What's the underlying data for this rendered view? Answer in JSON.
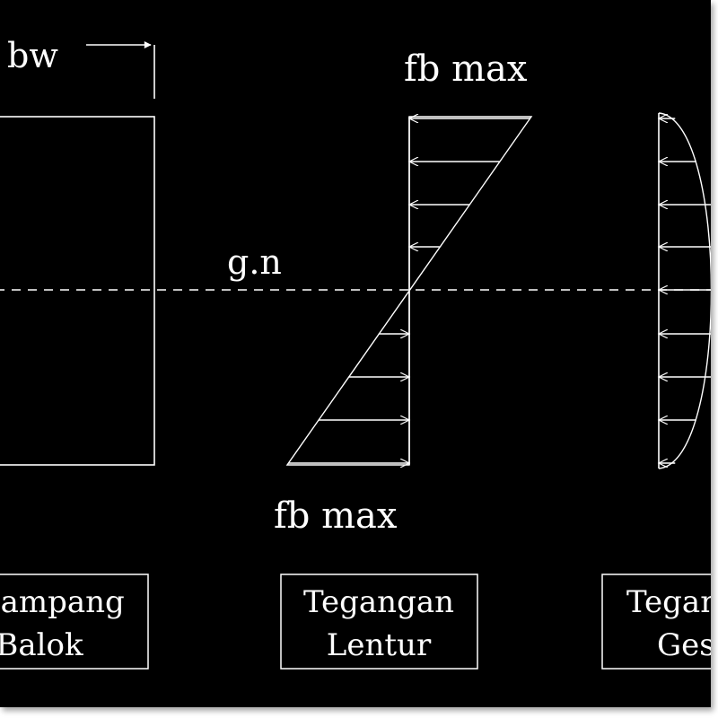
{
  "colors": {
    "background": "#000000",
    "stroke": "#ffffff",
    "frame": "#ffffff"
  },
  "labels": {
    "width": "bw",
    "neutral_axis": "g.n",
    "fb_max_top": "fb max",
    "fb_max_bottom": "fb max"
  },
  "panels": {
    "section_line1": "Penampang",
    "section_line2": "Balok",
    "bending_line1": "Tegangan",
    "bending_line2": "Lentur",
    "shear_line1": "Tegangan",
    "shear_line2": "Geser"
  }
}
